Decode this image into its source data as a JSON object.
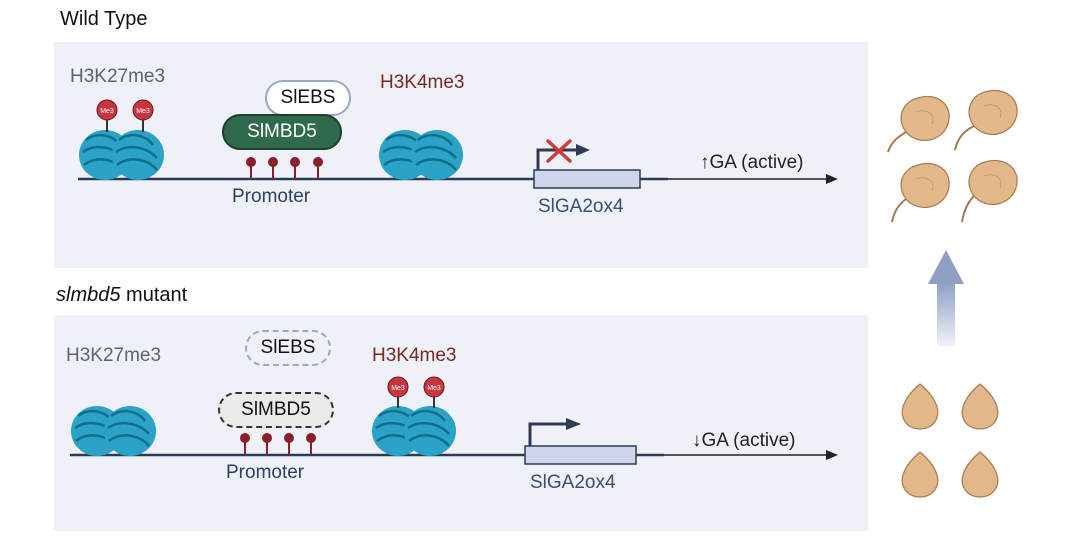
{
  "panels": {
    "wild_type": {
      "title": "Wild Type",
      "mark_left": "H3K27me3",
      "mark_right": "H3K4me3",
      "protein_top": "SlEBS",
      "protein_main": "SlMBD5",
      "promoter": "Promoter",
      "gene": "SlGA2ox4",
      "ga_arrow": "↑",
      "ga_text": "GA (active)",
      "methyl_badge": "Me3"
    },
    "mutant": {
      "title_italic": "slmbd5",
      "title_rest": " mutant",
      "mark_left": "H3K27me3",
      "mark_right": "H3K4me3",
      "protein_top": "SlEBS",
      "protein_main": "SlMBD5",
      "promoter": "Promoter",
      "gene": "SlGA2ox4",
      "ga_arrow": "↓",
      "ga_text": "GA (active)",
      "methyl_badge": "Me3"
    }
  },
  "colors": {
    "panel_bg": "#eef1f8",
    "nucleosome": "#2aa3c6",
    "methyl": "#c8353c",
    "cpg": "#8a1f2a",
    "smbd5_fill": "#2f6b4a",
    "seed": "#e2b88a",
    "up_arrow": "#8f9fc4",
    "dna": "#2d3a55"
  }
}
